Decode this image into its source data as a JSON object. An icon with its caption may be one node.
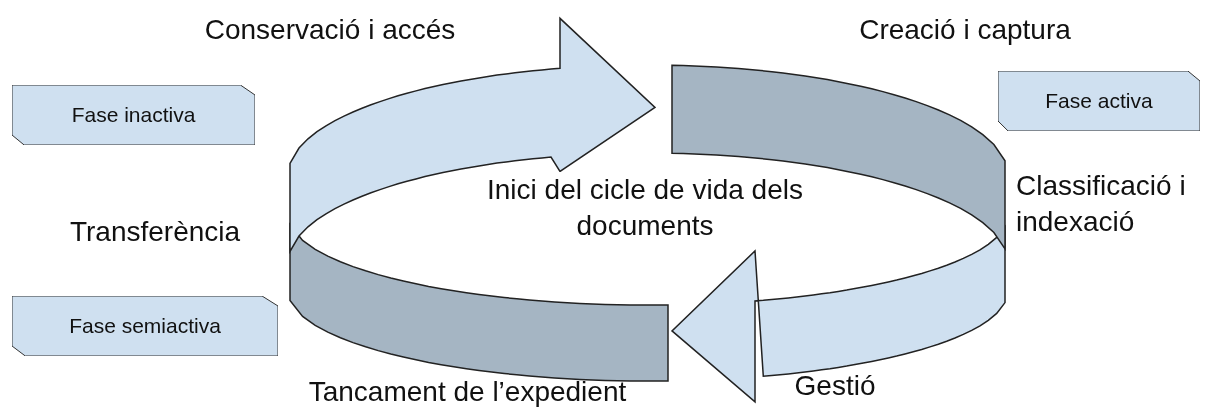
{
  "diagram": {
    "nodes": [
      {
        "text": [
          "Fase inactiva"
        ]
      },
      {
        "text": [
          "Fase activa"
        ]
      },
      {
        "text": [
          "Fase semiactiva"
        ]
      }
    ],
    "labels": [
      "Conservació i accés",
      "Creació i captura",
      "Classificació i indexació",
      "Transferència",
      "Inici del cicle de vida dels documents",
      "Tancament de l’expedient",
      "Gestió"
    ]
  }
}
